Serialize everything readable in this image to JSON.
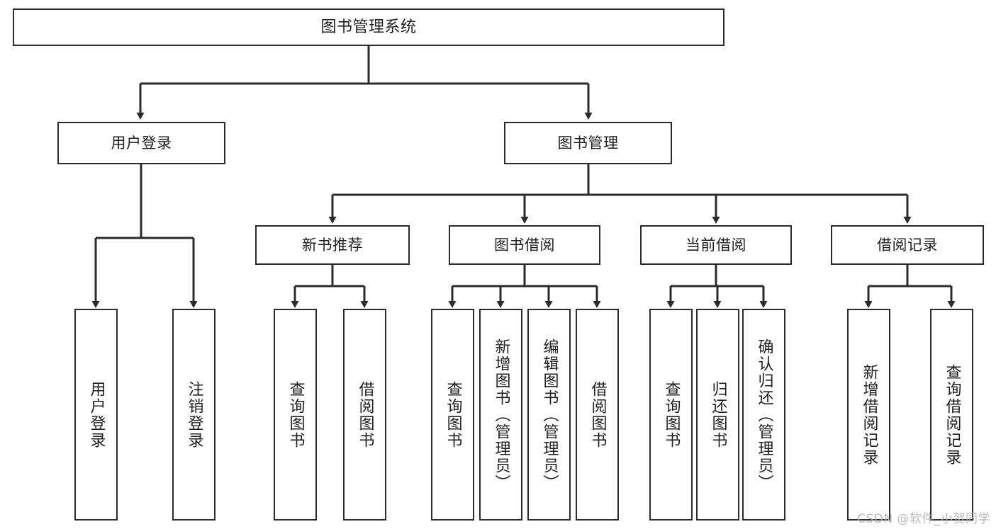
{
  "diagram": {
    "type": "tree",
    "title": "图书管理系统",
    "watermark": "CSDN @软件_小贺同学",
    "colors": {
      "background": "#ffffff",
      "box_fill": "#ffffff",
      "box_stroke": "#2b2b2b",
      "connector": "#2b2b2b",
      "text": "#1f1f1f",
      "watermark": "#b9b9b9"
    },
    "root": {
      "label": "图书管理系统"
    },
    "level2": [
      {
        "id": "user-login",
        "label": "用户登录"
      },
      {
        "id": "book-manage",
        "label": "图书管理"
      }
    ],
    "level3": [
      {
        "id": "new-book-recommend",
        "label": "新书推荐"
      },
      {
        "id": "book-borrow",
        "label": "图书借阅"
      },
      {
        "id": "current-borrow",
        "label": "当前借阅"
      },
      {
        "id": "borrow-record",
        "label": "借阅记录"
      }
    ],
    "leaves": {
      "user_login": [
        {
          "id": "leaf-user-login",
          "label": "用户登录"
        },
        {
          "id": "leaf-logout",
          "label": "注销登录"
        }
      ],
      "new_book_recommend": [
        {
          "id": "leaf-query-book-1",
          "label": "查询图书"
        },
        {
          "id": "leaf-borrow-book-1",
          "label": "借阅图书"
        }
      ],
      "book_borrow": [
        {
          "id": "leaf-query-book-2",
          "label": "查询图书"
        },
        {
          "id": "leaf-add-book",
          "label": "新增图书（管理员）"
        },
        {
          "id": "leaf-edit-book",
          "label": "编辑图书（管理员）"
        },
        {
          "id": "leaf-borrow-book-2",
          "label": "借阅图书"
        }
      ],
      "current_borrow": [
        {
          "id": "leaf-query-book-3",
          "label": "查询图书"
        },
        {
          "id": "leaf-return-book",
          "label": "归还图书"
        },
        {
          "id": "leaf-confirm-return",
          "label": "确认归还（管理员）"
        }
      ],
      "borrow_record": [
        {
          "id": "leaf-add-record",
          "label": "新增借阅记录"
        },
        {
          "id": "leaf-query-record",
          "label": "查询借阅记录"
        }
      ]
    }
  }
}
